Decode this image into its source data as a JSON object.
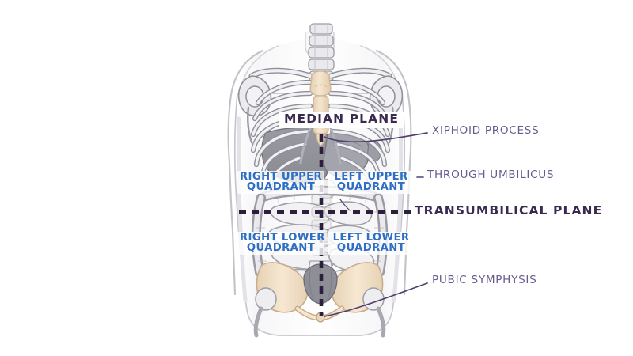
{
  "illustration": {
    "title": "Abdominopelvic quadrants anatomical diagram",
    "subject": "anterior view of human torso skeleton and abdominal organs"
  },
  "planes": {
    "median": {
      "label": "MEDIAN PLANE",
      "color": "#3a2a52",
      "orientation": "vertical",
      "style": "dashed"
    },
    "transumbilical": {
      "label": "TRANSUMBILICAL PLANE",
      "color": "#3a2a52",
      "orientation": "horizontal",
      "style": "dashed"
    }
  },
  "quadrants": [
    {
      "line1": "RIGHT UPPER",
      "line2": "QUADRANT",
      "color": "#2e6fc4"
    },
    {
      "line1": "LEFT UPPER",
      "line2": "QUADRANT",
      "color": "#2e6fc4"
    },
    {
      "line1": "RIGHT LOWER",
      "line2": "QUADRANT",
      "color": "#2e6fc4"
    },
    {
      "line1": "LEFT LOWER",
      "line2": "QUADRANT",
      "color": "#2e6fc4"
    }
  ],
  "callouts": [
    {
      "label": "XIPHOID PROCESS",
      "color": "#6a5b8e",
      "leader": "curve"
    },
    {
      "label": "THROUGH UMBILICUS",
      "color": "#6a5b8e",
      "leader": "dot"
    },
    {
      "label": "PUBIC SYMPHYSIS",
      "color": "#6a5b8e",
      "leader": "curve"
    }
  ],
  "palette": {
    "background": "#ffffff",
    "bone_light": "#f1f1f3",
    "bone_outline": "#8b8b93",
    "bone_shadow": "#c9c9cf",
    "sternum_beige": "#f0dec6",
    "pelvis_beige": "#f2e0c8",
    "organ_gray": "#a9a9b0",
    "liver_gray": "#9b9ba3",
    "skin_outline": "#b9b9c0",
    "label_blue": "#2e6fc4",
    "label_purple": "#6a5b8e",
    "plane_navy": "#3a2a52"
  }
}
